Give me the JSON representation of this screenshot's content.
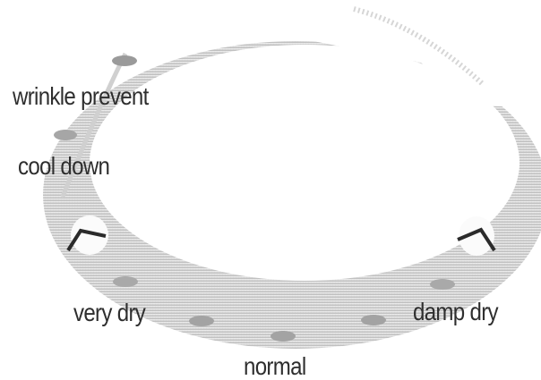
{
  "diagram": {
    "labels": {
      "wrinkle_prevent": "wrinkle prevent",
      "cool_down": "cool down",
      "very_dry": "very dry",
      "normal": "normal",
      "damp_dry": "damp dry"
    },
    "colors": {
      "ring_fill": "#bdbdbd",
      "ring_inner": "#dcdcdc",
      "ring_faint": "#eeeeee",
      "dot": "#9a9a9a",
      "label_text": "#2e2e2e",
      "chevron": "#2b2b2b"
    }
  }
}
